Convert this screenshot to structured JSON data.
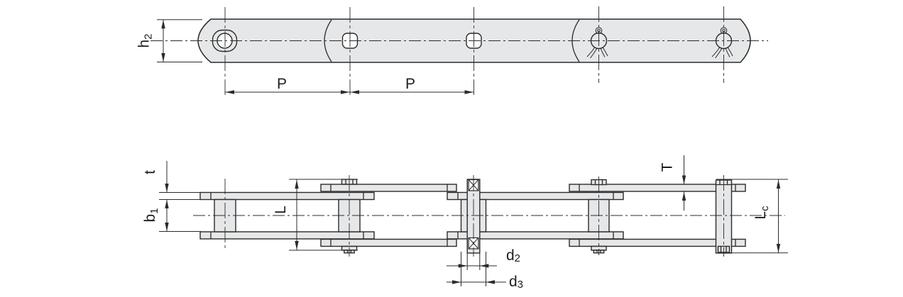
{
  "colors": {
    "part_fill": "#e6e7e8",
    "line": "#2b2b2b",
    "text": "#1d1d22",
    "background": "#ffffff"
  },
  "dimensions": {
    "h2": {
      "main": "h",
      "sub": "2"
    },
    "p1": {
      "main": "P"
    },
    "p2": {
      "main": "P"
    },
    "t": {
      "main": "t"
    },
    "b1": {
      "main": "b",
      "sub": "1"
    },
    "L": {
      "main": "L"
    },
    "T": {
      "main": "T"
    },
    "Lc": {
      "main": "L",
      "sub": "c"
    },
    "d2": {
      "main": "d",
      "sub": "2"
    },
    "d3": {
      "main": "d",
      "sub": "3"
    }
  }
}
